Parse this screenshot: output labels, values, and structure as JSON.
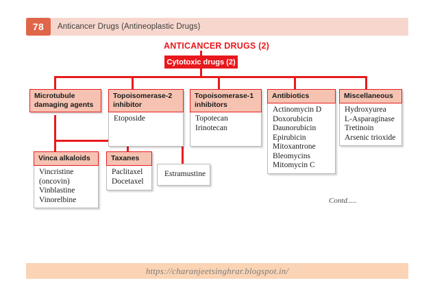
{
  "header": {
    "page_number": "78",
    "title": "Anticancer Drugs (Antineoplastic Drugs)",
    "badge_color": "#e0664a",
    "bar_color": "#f7d7cd"
  },
  "chart_data": {
    "type": "diagram",
    "title": "ANTICANCER DRUGS (2)",
    "title_color": "#e8181c",
    "root": {
      "label": "Cytotoxic drugs (2)",
      "fill": "#e8181c",
      "text_color": "#ffffff"
    },
    "level1": [
      {
        "header": "Microtubule damaging agents",
        "items": []
      },
      {
        "header": "Topoisomerase-2 inhibitor",
        "items": [
          "Etoposide"
        ]
      },
      {
        "header": "Topoisomerase-1 inhibitors",
        "items": [
          "Topotecan",
          "Irinotecan"
        ]
      },
      {
        "header": "Antibiotics",
        "items": [
          "Actinomycin D",
          "Doxorubicin",
          "Daunorubicin",
          "Epirubicin",
          "Mitoxantrone",
          "Bleomycins",
          "Mitomycin C"
        ]
      },
      {
        "header": "Miscellaneous",
        "items": [
          "Hydroxyurea",
          "L-Asparaginase",
          "Tretinoin",
          "Arsenic trioxide"
        ]
      }
    ],
    "level2": [
      {
        "header": "Vinca alkaloids",
        "items": [
          "Vincristine",
          "(oncovin)",
          "Vinblastine",
          "Vinorelbine"
        ]
      },
      {
        "header": "Taxanes",
        "items": [
          "Paclitaxel",
          "Docetaxel"
        ]
      },
      {
        "header": "",
        "items": [
          "Estramustine"
        ]
      }
    ],
    "node_header_fill": "#f6c3b2",
    "node_border": "#e8181c",
    "connector_color": "#e8181c"
  },
  "notes": {
    "contd": "Contd....."
  },
  "footer": {
    "url": "https://charanjeetsinghrar.blogspot.in/",
    "bar_color": "#fad4b4"
  }
}
